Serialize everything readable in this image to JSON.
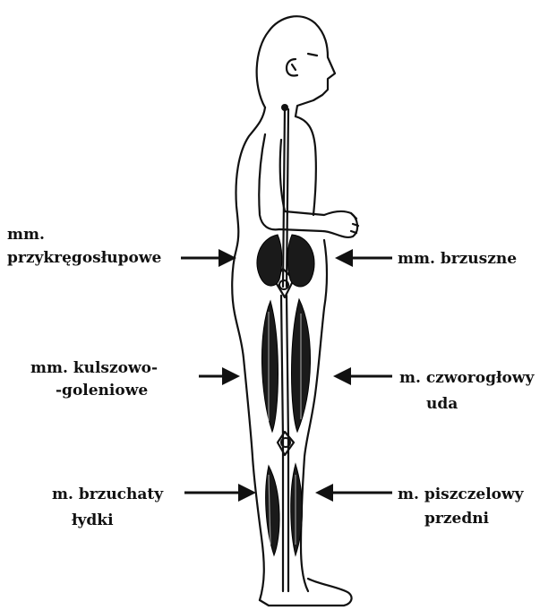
{
  "labels": {
    "paraspinal_line1": "mm.",
    "paraspinal_line2": "przykręgosłupowe",
    "abdominal": "mm. brzuszne",
    "hamstrings_line1": "mm. kulszowo-",
    "hamstrings_line2": "-goleniowe",
    "quadriceps_line1": "m. czworogłowy",
    "quadriceps_line2": "uda",
    "gastrocnemius_line1": "m. brzuchaty",
    "gastrocnemius_line2": "łydki",
    "tibialis_line1": "m. piszczelowy",
    "tibialis_line2": "przedni"
  }
}
